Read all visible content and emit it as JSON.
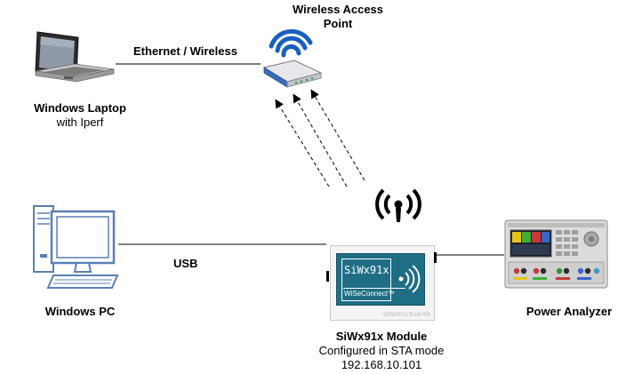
{
  "devices": {
    "laptop": {
      "title": "Windows Laptop",
      "subtitle": "with Iperf"
    },
    "access_point": {
      "title_line1": "Wireless Access",
      "title_line2": "Point"
    },
    "pc": {
      "title": "Windows PC"
    },
    "module": {
      "title": "SiWx91x Module",
      "line2": "Configured in STA mode",
      "line3": "192.168.10.101",
      "board_brand": "SiWx91x",
      "board_sub": "WiSeConnect™",
      "board_footer": "SiWx91x Eval Kit"
    },
    "analyzer": {
      "title": "Power Analyzer"
    }
  },
  "links": {
    "laptop_ap": "Ethernet / Wireless",
    "pc_module": "USB"
  },
  "icons": [
    "laptop-icon",
    "router-icon",
    "desktop-pc-icon",
    "wireless-signal-icon",
    "dev-board-icon",
    "power-analyzer-icon"
  ],
  "colors": {
    "pc_blue": "#5b7fb5",
    "board_teal": "#1f6e85",
    "router_blue": "#1a5fc0"
  }
}
